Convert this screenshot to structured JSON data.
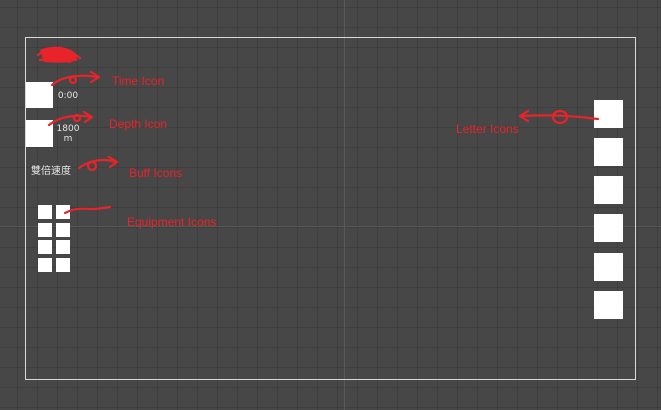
{
  "hud": {
    "time_value": "0:00",
    "depth_value": "1800",
    "depth_unit": "m",
    "buff_text": "雙倍速度"
  },
  "annotations": {
    "time": "Time Icon",
    "depth": "Depth Icon",
    "buff": "Buff Icons",
    "equipment": "Equipment Icons",
    "letter": "Letter Icons"
  },
  "colors": {
    "annotation": "#e8232a",
    "background": "#474747",
    "frame": "#d8d8d8"
  }
}
